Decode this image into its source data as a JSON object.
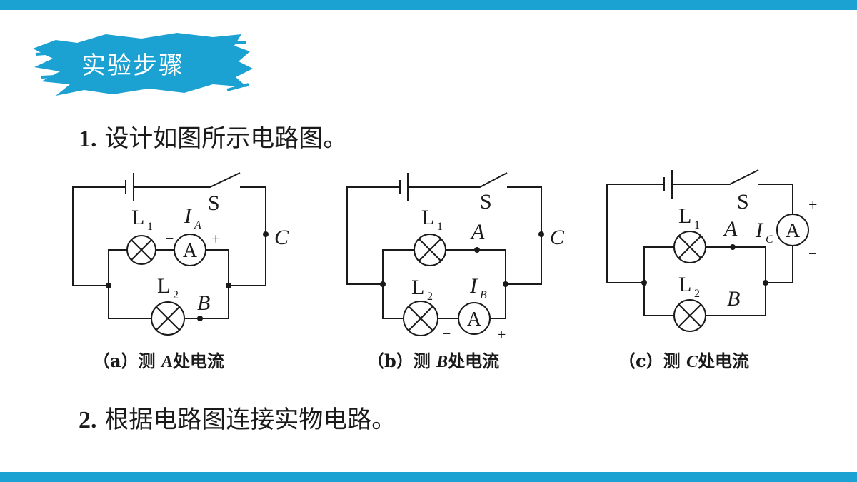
{
  "colors": {
    "accent": "#1ba1d2",
    "text": "#1a1a1a"
  },
  "badge": {
    "label": "实验步骤"
  },
  "steps": [
    {
      "num": "1.",
      "text": "设计如图所示电路图。"
    },
    {
      "num": "2.",
      "text": "根据电路图连接实物电路。"
    }
  ],
  "diagrams": [
    {
      "caption_pre": "（a）测",
      "caption_var": "A",
      "caption_post": "处电流",
      "switch": "S",
      "lamp1": "L",
      "lamp1_sub": "1",
      "lamp2": "L",
      "lamp2_sub": "2",
      "current": "I",
      "current_sub": "A",
      "ammeter": "A",
      "pt1": "C",
      "pt2": "B",
      "minus": "−",
      "plus": "+"
    },
    {
      "caption_pre": "（b）测",
      "caption_var": "B",
      "caption_post": "处电流",
      "switch": "S",
      "lamp1": "L",
      "lamp1_sub": "1",
      "lamp2": "L",
      "lamp2_sub": "2",
      "current": "I",
      "current_sub": "B",
      "ammeter": "A",
      "pt1": "A",
      "pt2": "C",
      "minus": "−",
      "plus": "+"
    },
    {
      "caption_pre": "（c）测",
      "caption_var": "C",
      "caption_post": "处电流",
      "switch": "S",
      "lamp1": "L",
      "lamp1_sub": "1",
      "lamp2": "L",
      "lamp2_sub": "2",
      "current": "I",
      "current_sub": "C",
      "ammeter": "A",
      "pt1": "A",
      "pt2": "B",
      "minus": "−",
      "plus": "+"
    }
  ]
}
